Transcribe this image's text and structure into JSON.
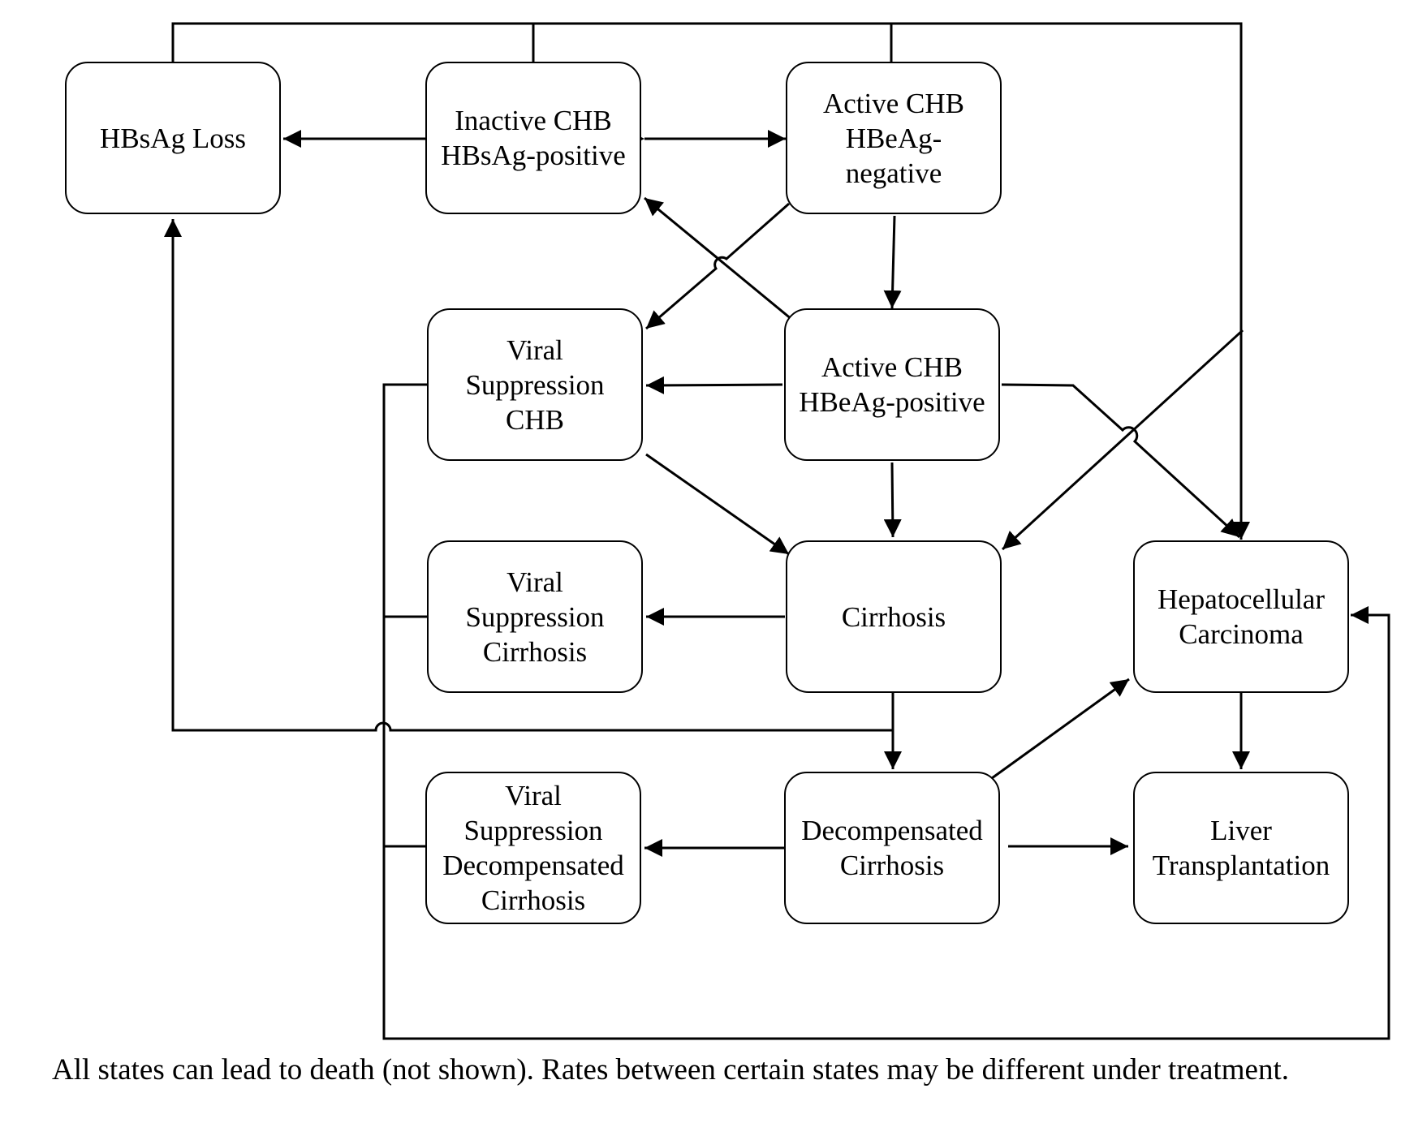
{
  "nodes": {
    "hbsag_loss": "HBsAg Loss",
    "inactive_chb": "Inactive CHB\nHBsAg-positive",
    "active_neg": "Active CHB\nHBeAg-\nnegative",
    "viral_supp_chb": "Viral\nSuppression\nCHB",
    "active_pos": "Active CHB\nHBeAg-positive",
    "viral_supp_cirr": "Viral\nSuppression\nCirrhosis",
    "cirrhosis": "Cirrhosis",
    "hcc": "Hepatocellular\nCarcinoma",
    "viral_supp_decomp": "Viral\nSuppression\nDecompensated\nCirrhosis",
    "decomp": "Decompensated\nCirrhosis",
    "liver_tx": "Liver\nTransplantation"
  },
  "caption": "All states can lead to death (not shown).  Rates between certain states may be different under treatment."
}
